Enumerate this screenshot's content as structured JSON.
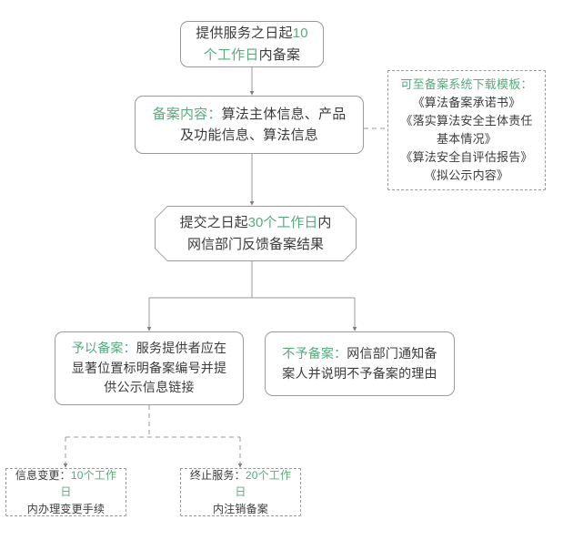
{
  "diagram": {
    "title": "算法备案流程图",
    "colors": {
      "accent_green": "#57ab7d",
      "text_dark": "#3b3b3b",
      "border_gray": "#9a9a9a",
      "background": "#ffffff"
    },
    "nodes": {
      "start": {
        "id": "start",
        "shape": "rounded-rect",
        "border": "solid",
        "lines": [
          [
            {
              "t": "提供服务之日起",
              "c": "dark"
            },
            {
              "t": "10",
              "c": "green"
            }
          ],
          [
            {
              "t": "个工作日",
              "c": "green"
            },
            {
              "t": "内备案",
              "c": "dark"
            }
          ]
        ],
        "plain": "提供服务之日起10个工作日内备案"
      },
      "content": {
        "id": "content",
        "shape": "rounded-rect",
        "border": "solid",
        "lines": [
          [
            {
              "t": "备案内容：",
              "c": "green"
            },
            {
              "t": "算法主体信息、产品",
              "c": "dark"
            }
          ],
          [
            {
              "t": "及功能信息、算法信息",
              "c": "dark"
            }
          ]
        ],
        "plain": "备案内容：算法主体信息、产品及功能信息、算法信息"
      },
      "template": {
        "id": "template",
        "shape": "rect",
        "border": "dashed",
        "lines": [
          [
            {
              "t": "可至备案系统下载模板：",
              "c": "green"
            }
          ],
          [
            {
              "t": "《算法备案承诺书》",
              "c": "dark"
            }
          ],
          [
            {
              "t": "《落实算法安全主体责任",
              "c": "dark"
            }
          ],
          [
            {
              "t": "基本情况》",
              "c": "dark"
            }
          ],
          [
            {
              "t": "《算法安全自评估报告》",
              "c": "dark"
            }
          ],
          [
            {
              "t": "《拟公示内容》",
              "c": "dark"
            }
          ]
        ],
        "plain": "可至备案系统下载模板：《算法备案承诺书》《落实算法安全主体责任基本情况》《算法安全自评估报告》《拟公示内容》"
      },
      "review": {
        "id": "review",
        "shape": "octagon",
        "border": "solid",
        "lines": [
          [
            {
              "t": "提交之日起",
              "c": "dark"
            },
            {
              "t": "30个工作日",
              "c": "green"
            },
            {
              "t": "内",
              "c": "dark"
            }
          ],
          [
            {
              "t": "网信部门反馈备案结果",
              "c": "dark"
            }
          ]
        ],
        "plain": "提交之日起30个工作日内网信部门反馈备案结果"
      },
      "approve": {
        "id": "approve",
        "shape": "rounded-rect",
        "border": "solid",
        "lines": [
          [
            {
              "t": "予以备案：",
              "c": "green"
            },
            {
              "t": "服务提供者应在",
              "c": "dark"
            }
          ],
          [
            {
              "t": "显著位置标明备案编号并提",
              "c": "dark"
            }
          ],
          [
            {
              "t": "供公示信息链接",
              "c": "dark"
            }
          ]
        ],
        "plain": "予以备案：服务提供者应在显著位置标明备案编号并提供公示信息链接"
      },
      "reject": {
        "id": "reject",
        "shape": "rounded-rect",
        "border": "solid",
        "lines": [
          [
            {
              "t": "不予备案：",
              "c": "green"
            },
            {
              "t": "网信部门通知备",
              "c": "dark"
            }
          ],
          [
            {
              "t": "案人并说明不予备案的理由",
              "c": "dark"
            }
          ]
        ],
        "plain": "不予备案：网信部门通知备案人并说明不予备案的理由"
      },
      "change": {
        "id": "change",
        "shape": "rect",
        "border": "dashed",
        "lines": [
          [
            {
              "t": "信息变更：",
              "c": "dark"
            },
            {
              "t": "10个工作日",
              "c": "green"
            }
          ],
          [
            {
              "t": "内办理变更手续",
              "c": "dark"
            }
          ]
        ],
        "plain": "信息变更：10个工作日内办理变更手续"
      },
      "stop": {
        "id": "stop",
        "shape": "rect",
        "border": "dashed",
        "lines": [
          [
            {
              "t": "终止服务：",
              "c": "dark"
            },
            {
              "t": "20个工作日",
              "c": "green"
            }
          ],
          [
            {
              "t": "内注销备案",
              "c": "dark"
            }
          ]
        ],
        "plain": "终止服务：20个工作日内注销备案"
      }
    },
    "edges": [
      {
        "from": "start",
        "to": "content",
        "style": "solid",
        "arrow": true
      },
      {
        "from": "content",
        "to": "template",
        "style": "dashed",
        "arrow": false
      },
      {
        "from": "content",
        "to": "review",
        "style": "solid",
        "arrow": true
      },
      {
        "from": "review",
        "to": "approve",
        "style": "solid",
        "arrow": true
      },
      {
        "from": "review",
        "to": "reject",
        "style": "solid",
        "arrow": true
      },
      {
        "from": "approve",
        "to": "change",
        "style": "dashed",
        "arrow": true
      },
      {
        "from": "approve",
        "to": "stop",
        "style": "dashed",
        "arrow": true
      }
    ]
  }
}
